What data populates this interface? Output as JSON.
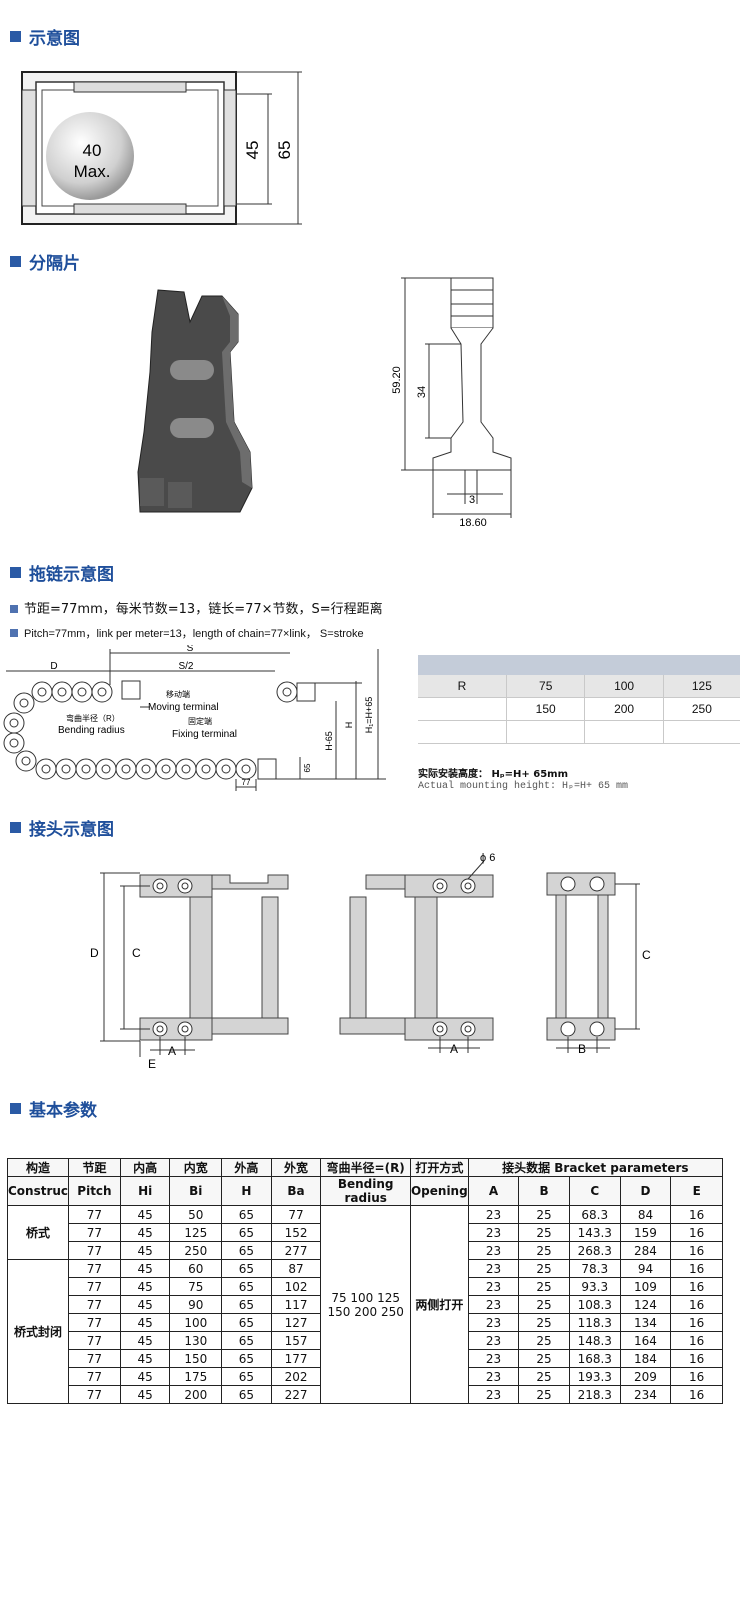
{
  "sections": {
    "s1": "示意图",
    "s2": "分隔片",
    "s3": "拖链示意图",
    "s4": "接头示意图",
    "s5": "基本参数"
  },
  "diagram1": {
    "ball_top": "40",
    "ball_bottom": "Max.",
    "dim_inner": "45",
    "dim_outer": "65"
  },
  "divider": {
    "dim_height": "59.20",
    "dim_mid": "34",
    "dim_small": "3",
    "dim_base": "18.60"
  },
  "chain": {
    "note_cn": "节距=77mm，每米节数=13，链长=77×节数，S=行程距离",
    "note_en": "Pitch=77mm，link per meter=13，length of chain=77×link， S=stroke",
    "label_D": "D",
    "label_S": "S",
    "label_S2": "S/2",
    "moving_cn": "移动端",
    "moving_en": "Moving terminal",
    "bend_cn": "弯曲半径（R）",
    "bend_en": "Bending radius",
    "fixed_cn": "固定端",
    "fixed_en": "Fixing terminal",
    "pitch": "77",
    "h65": "65",
    "h_minus": "H-65",
    "h": "H",
    "h_plus": "H₁=H+65",
    "r_table": {
      "label": "R",
      "row1": [
        "75",
        "100",
        "125"
      ],
      "row2": [
        "150",
        "200",
        "250"
      ]
    },
    "mount_cn": "实际安装高度： Hₚ=H+ 65mm",
    "mount_en": "Actual mounting height: Hₚ=H+ 65 mm"
  },
  "bracket": {
    "phi": "ϕ 6",
    "D": "D",
    "C": "C",
    "A": "A",
    "E": "E",
    "B": "B"
  },
  "params": {
    "headers_cn": [
      "构造",
      "节距",
      "内高",
      "内宽",
      "外高",
      "外宽",
      "弯曲半径=(R)",
      "打开方式",
      "接头数据 Bracket parameters"
    ],
    "headers_en": [
      "Construc",
      "Pitch",
      "Hi",
      "Bi",
      "H",
      "Ba",
      "Bending radius",
      "Opening",
      "A",
      "B",
      "C",
      "D",
      "E"
    ],
    "group1": "桥式",
    "group2": "桥式封闭",
    "radius_line1": "75  100   125",
    "radius_line2": "150   200  250",
    "opening": "两侧打开",
    "rows": [
      [
        "77",
        "45",
        "50",
        "65",
        "77",
        "23",
        "25",
        "68.3",
        "84",
        "16"
      ],
      [
        "77",
        "45",
        "125",
        "65",
        "152",
        "23",
        "25",
        "143.3",
        "159",
        "16"
      ],
      [
        "77",
        "45",
        "250",
        "65",
        "277",
        "23",
        "25",
        "268.3",
        "284",
        "16"
      ],
      [
        "77",
        "45",
        "60",
        "65",
        "87",
        "23",
        "25",
        "78.3",
        "94",
        "16"
      ],
      [
        "77",
        "45",
        "75",
        "65",
        "102",
        "23",
        "25",
        "93.3",
        "109",
        "16"
      ],
      [
        "77",
        "45",
        "90",
        "65",
        "117",
        "23",
        "25",
        "108.3",
        "124",
        "16"
      ],
      [
        "77",
        "45",
        "100",
        "65",
        "127",
        "23",
        "25",
        "118.3",
        "134",
        "16"
      ],
      [
        "77",
        "45",
        "130",
        "65",
        "157",
        "23",
        "25",
        "148.3",
        "164",
        "16"
      ],
      [
        "77",
        "45",
        "150",
        "65",
        "177",
        "23",
        "25",
        "168.3",
        "184",
        "16"
      ],
      [
        "77",
        "45",
        "175",
        "65",
        "202",
        "23",
        "25",
        "193.3",
        "209",
        "16"
      ],
      [
        "77",
        "45",
        "200",
        "65",
        "227",
        "23",
        "25",
        "218.3",
        "234",
        "16"
      ]
    ]
  }
}
